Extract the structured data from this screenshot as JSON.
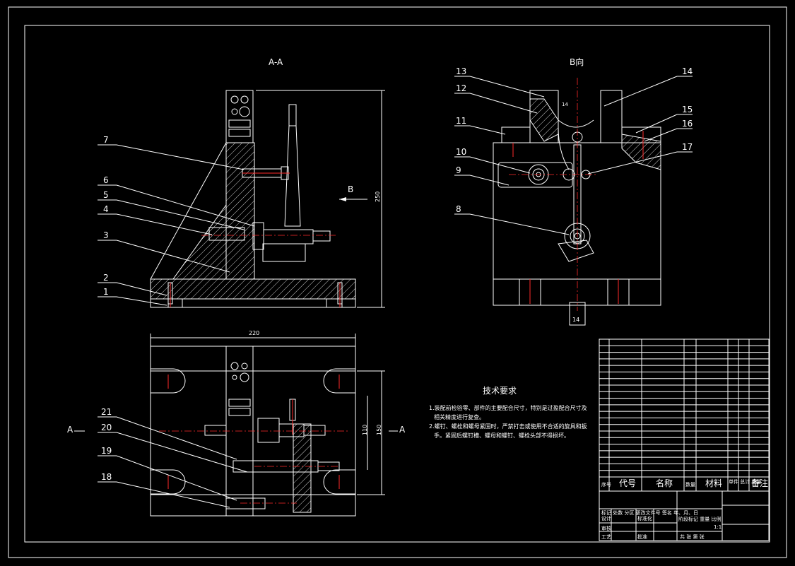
{
  "views": {
    "section_title": "A-A",
    "direction_title": "B向",
    "arrow_b": "B",
    "height_dim": "250",
    "width_dim": "220",
    "dim_a": "110",
    "dim_b": "150",
    "slot_w": "14",
    "slot_w2": "14",
    "section_left": "A",
    "section_right": "A"
  },
  "callouts": {
    "n1": "1",
    "n2": "2",
    "n3": "3",
    "n4": "4",
    "n5": "5",
    "n6": "6",
    "n7": "7",
    "n8": "8",
    "n9": "9",
    "n10": "10",
    "n11": "11",
    "n12": "12",
    "n13": "13",
    "n14": "14",
    "n15": "15",
    "n16": "16",
    "n17": "17",
    "n18": "18",
    "n19": "19",
    "n20": "20",
    "n21": "21"
  },
  "notes": {
    "title": "技术要求",
    "line1": "1.装配前检验零、部件的主要配合尺寸，特别是过盈配合尺寸及",
    "line2": "相关精度进行复查。",
    "line3": "2.螺钉、螺栓和螺母紧固时，严禁打击或使用不合适的旋具和扳",
    "line4": "手。紧固后螺钉槽、螺母和螺钉、螺栓头部不得损坏。"
  },
  "bom_header": {
    "seq": "序号",
    "code": "代号",
    "name": "名称",
    "qty": "数量",
    "material": "材料",
    "unit_total": "单件 总计 重量",
    "remark": "备注"
  },
  "title_block": {
    "r1": "标记 处数 分区 更改文件号 签名 年、月、日",
    "design": "设计",
    "standard": "标准化",
    "stage": "阶段标记 重量 比例",
    "scale": "1:1",
    "review": "审核",
    "craft": "工艺",
    "approve": "批准",
    "sheet": "共 张 第 张"
  }
}
